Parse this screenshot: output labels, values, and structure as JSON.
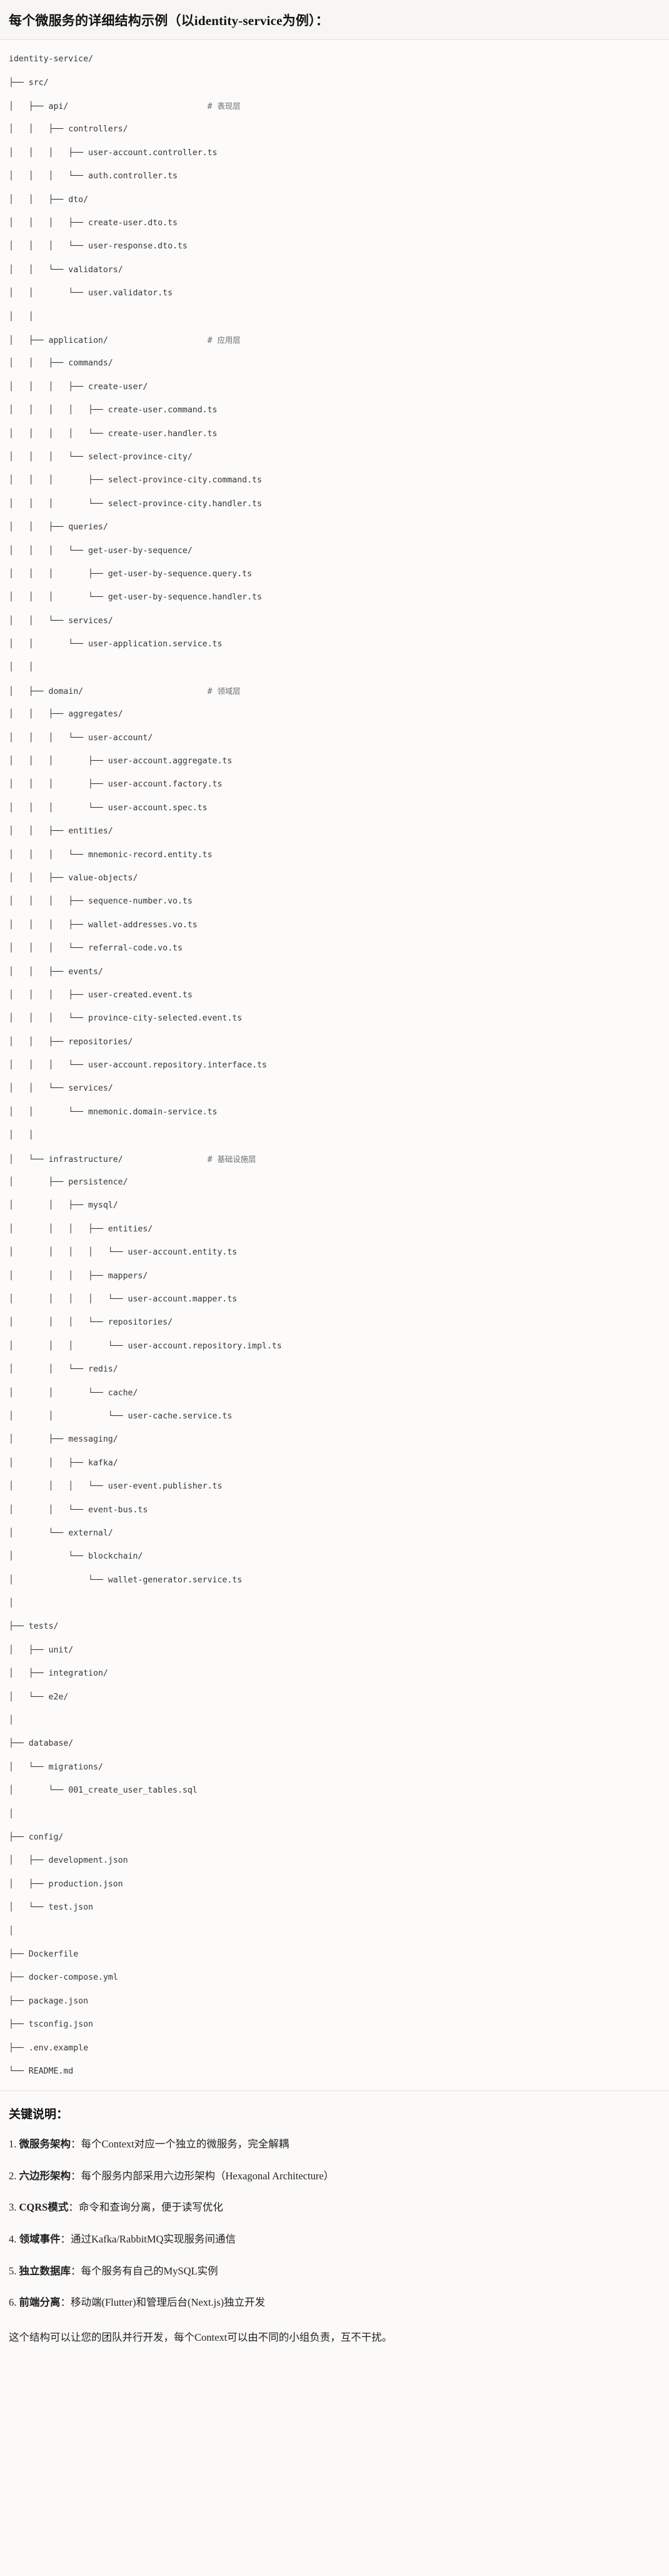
{
  "header": {
    "title": "每个微服务的详细结构示例（以identity-service为例）："
  },
  "tree": {
    "comment_column": 40,
    "lines": [
      {
        "path": "identity-service/",
        "comment": ""
      },
      {
        "path": "├── src/",
        "comment": ""
      },
      {
        "path": "│   ├── api/",
        "comment": "# 表现层"
      },
      {
        "path": "│   │   ├── controllers/",
        "comment": ""
      },
      {
        "path": "│   │   │   ├── user-account.controller.ts",
        "comment": ""
      },
      {
        "path": "│   │   │   └── auth.controller.ts",
        "comment": ""
      },
      {
        "path": "│   │   ├── dto/",
        "comment": ""
      },
      {
        "path": "│   │   │   ├── create-user.dto.ts",
        "comment": ""
      },
      {
        "path": "│   │   │   └── user-response.dto.ts",
        "comment": ""
      },
      {
        "path": "│   │   └── validators/",
        "comment": ""
      },
      {
        "path": "│   │       └── user.validator.ts",
        "comment": ""
      },
      {
        "path": "│   │",
        "comment": ""
      },
      {
        "path": "│   ├── application/",
        "comment": "# 应用层"
      },
      {
        "path": "│   │   ├── commands/",
        "comment": ""
      },
      {
        "path": "│   │   │   ├── create-user/",
        "comment": ""
      },
      {
        "path": "│   │   │   │   ├── create-user.command.ts",
        "comment": ""
      },
      {
        "path": "│   │   │   │   └── create-user.handler.ts",
        "comment": ""
      },
      {
        "path": "│   │   │   └── select-province-city/",
        "comment": ""
      },
      {
        "path": "│   │   │       ├── select-province-city.command.ts",
        "comment": ""
      },
      {
        "path": "│   │   │       └── select-province-city.handler.ts",
        "comment": ""
      },
      {
        "path": "│   │   ├── queries/",
        "comment": ""
      },
      {
        "path": "│   │   │   └── get-user-by-sequence/",
        "comment": ""
      },
      {
        "path": "│   │   │       ├── get-user-by-sequence.query.ts",
        "comment": ""
      },
      {
        "path": "│   │   │       └── get-user-by-sequence.handler.ts",
        "comment": ""
      },
      {
        "path": "│   │   └── services/",
        "comment": ""
      },
      {
        "path": "│   │       └── user-application.service.ts",
        "comment": ""
      },
      {
        "path": "│   │",
        "comment": ""
      },
      {
        "path": "│   ├── domain/",
        "comment": "# 领域层"
      },
      {
        "path": "│   │   ├── aggregates/",
        "comment": ""
      },
      {
        "path": "│   │   │   └── user-account/",
        "comment": ""
      },
      {
        "path": "│   │   │       ├── user-account.aggregate.ts",
        "comment": ""
      },
      {
        "path": "│   │   │       ├── user-account.factory.ts",
        "comment": ""
      },
      {
        "path": "│   │   │       └── user-account.spec.ts",
        "comment": ""
      },
      {
        "path": "│   │   ├── entities/",
        "comment": ""
      },
      {
        "path": "│   │   │   └── mnemonic-record.entity.ts",
        "comment": ""
      },
      {
        "path": "│   │   ├── value-objects/",
        "comment": ""
      },
      {
        "path": "│   │   │   ├── sequence-number.vo.ts",
        "comment": ""
      },
      {
        "path": "│   │   │   ├── wallet-addresses.vo.ts",
        "comment": ""
      },
      {
        "path": "│   │   │   └── referral-code.vo.ts",
        "comment": ""
      },
      {
        "path": "│   │   ├── events/",
        "comment": ""
      },
      {
        "path": "│   │   │   ├── user-created.event.ts",
        "comment": ""
      },
      {
        "path": "│   │   │   └── province-city-selected.event.ts",
        "comment": ""
      },
      {
        "path": "│   │   ├── repositories/",
        "comment": ""
      },
      {
        "path": "│   │   │   └── user-account.repository.interface.ts",
        "comment": ""
      },
      {
        "path": "│   │   └── services/",
        "comment": ""
      },
      {
        "path": "│   │       └── mnemonic.domain-service.ts",
        "comment": ""
      },
      {
        "path": "│   │",
        "comment": ""
      },
      {
        "path": "│   └── infrastructure/",
        "comment": "# 基础设施层"
      },
      {
        "path": "│       ├── persistence/",
        "comment": ""
      },
      {
        "path": "│       │   ├── mysql/",
        "comment": ""
      },
      {
        "path": "│       │   │   ├── entities/",
        "comment": ""
      },
      {
        "path": "│       │   │   │   └── user-account.entity.ts",
        "comment": ""
      },
      {
        "path": "│       │   │   ├── mappers/",
        "comment": ""
      },
      {
        "path": "│       │   │   │   └── user-account.mapper.ts",
        "comment": ""
      },
      {
        "path": "│       │   │   └── repositories/",
        "comment": ""
      },
      {
        "path": "│       │   │       └── user-account.repository.impl.ts",
        "comment": ""
      },
      {
        "path": "│       │   └── redis/",
        "comment": ""
      },
      {
        "path": "│       │       └── cache/",
        "comment": ""
      },
      {
        "path": "│       │           └── user-cache.service.ts",
        "comment": ""
      },
      {
        "path": "│       ├── messaging/",
        "comment": ""
      },
      {
        "path": "│       │   ├── kafka/",
        "comment": ""
      },
      {
        "path": "│       │   │   └── user-event.publisher.ts",
        "comment": ""
      },
      {
        "path": "│       │   └── event-bus.ts",
        "comment": ""
      },
      {
        "path": "│       └── external/",
        "comment": ""
      },
      {
        "path": "│           └── blockchain/",
        "comment": ""
      },
      {
        "path": "│               └── wallet-generator.service.ts",
        "comment": ""
      },
      {
        "path": "│",
        "comment": ""
      },
      {
        "path": "├── tests/",
        "comment": ""
      },
      {
        "path": "│   ├── unit/",
        "comment": ""
      },
      {
        "path": "│   ├── integration/",
        "comment": ""
      },
      {
        "path": "│   └── e2e/",
        "comment": ""
      },
      {
        "path": "│",
        "comment": ""
      },
      {
        "path": "├── database/",
        "comment": ""
      },
      {
        "path": "│   └── migrations/",
        "comment": ""
      },
      {
        "path": "│       └── 001_create_user_tables.sql",
        "comment": ""
      },
      {
        "path": "│",
        "comment": ""
      },
      {
        "path": "├── config/",
        "comment": ""
      },
      {
        "path": "│   ├── development.json",
        "comment": ""
      },
      {
        "path": "│   ├── production.json",
        "comment": ""
      },
      {
        "path": "│   └── test.json",
        "comment": ""
      },
      {
        "path": "│",
        "comment": ""
      },
      {
        "path": "├── Dockerfile",
        "comment": ""
      },
      {
        "path": "├── docker-compose.yml",
        "comment": ""
      },
      {
        "path": "├── package.json",
        "comment": ""
      },
      {
        "path": "├── tsconfig.json",
        "comment": ""
      },
      {
        "path": "├── .env.example",
        "comment": ""
      },
      {
        "path": "└── README.md",
        "comment": ""
      }
    ]
  },
  "keys": {
    "title": "关键说明：",
    "items": [
      {
        "num": "1.",
        "term": "微服务架构",
        "sep": "：",
        "desc": "每个Context对应一个独立的微服务，完全解耦"
      },
      {
        "num": "2.",
        "term": "六边形架构",
        "sep": "：",
        "desc": "每个服务内部采用六边形架构（Hexagonal Architecture）"
      },
      {
        "num": "3.",
        "term": "CQRS模式",
        "sep": "：",
        "desc": "命令和查询分离，便于读写优化"
      },
      {
        "num": "4.",
        "term": "领域事件",
        "sep": "：",
        "desc": "通过Kafka/RabbitMQ实现服务间通信"
      },
      {
        "num": "5.",
        "term": "独立数据库",
        "sep": "：",
        "desc": "每个服务有自己的MySQL实例"
      },
      {
        "num": "6.",
        "term": "前端分离",
        "sep": "：",
        "desc": "移动端(Flutter)和管理后台(Next.js)独立开发"
      }
    ],
    "closing": "这个结构可以让您的团队并行开发，每个Context可以由不同的小组负责，互不干扰。"
  }
}
